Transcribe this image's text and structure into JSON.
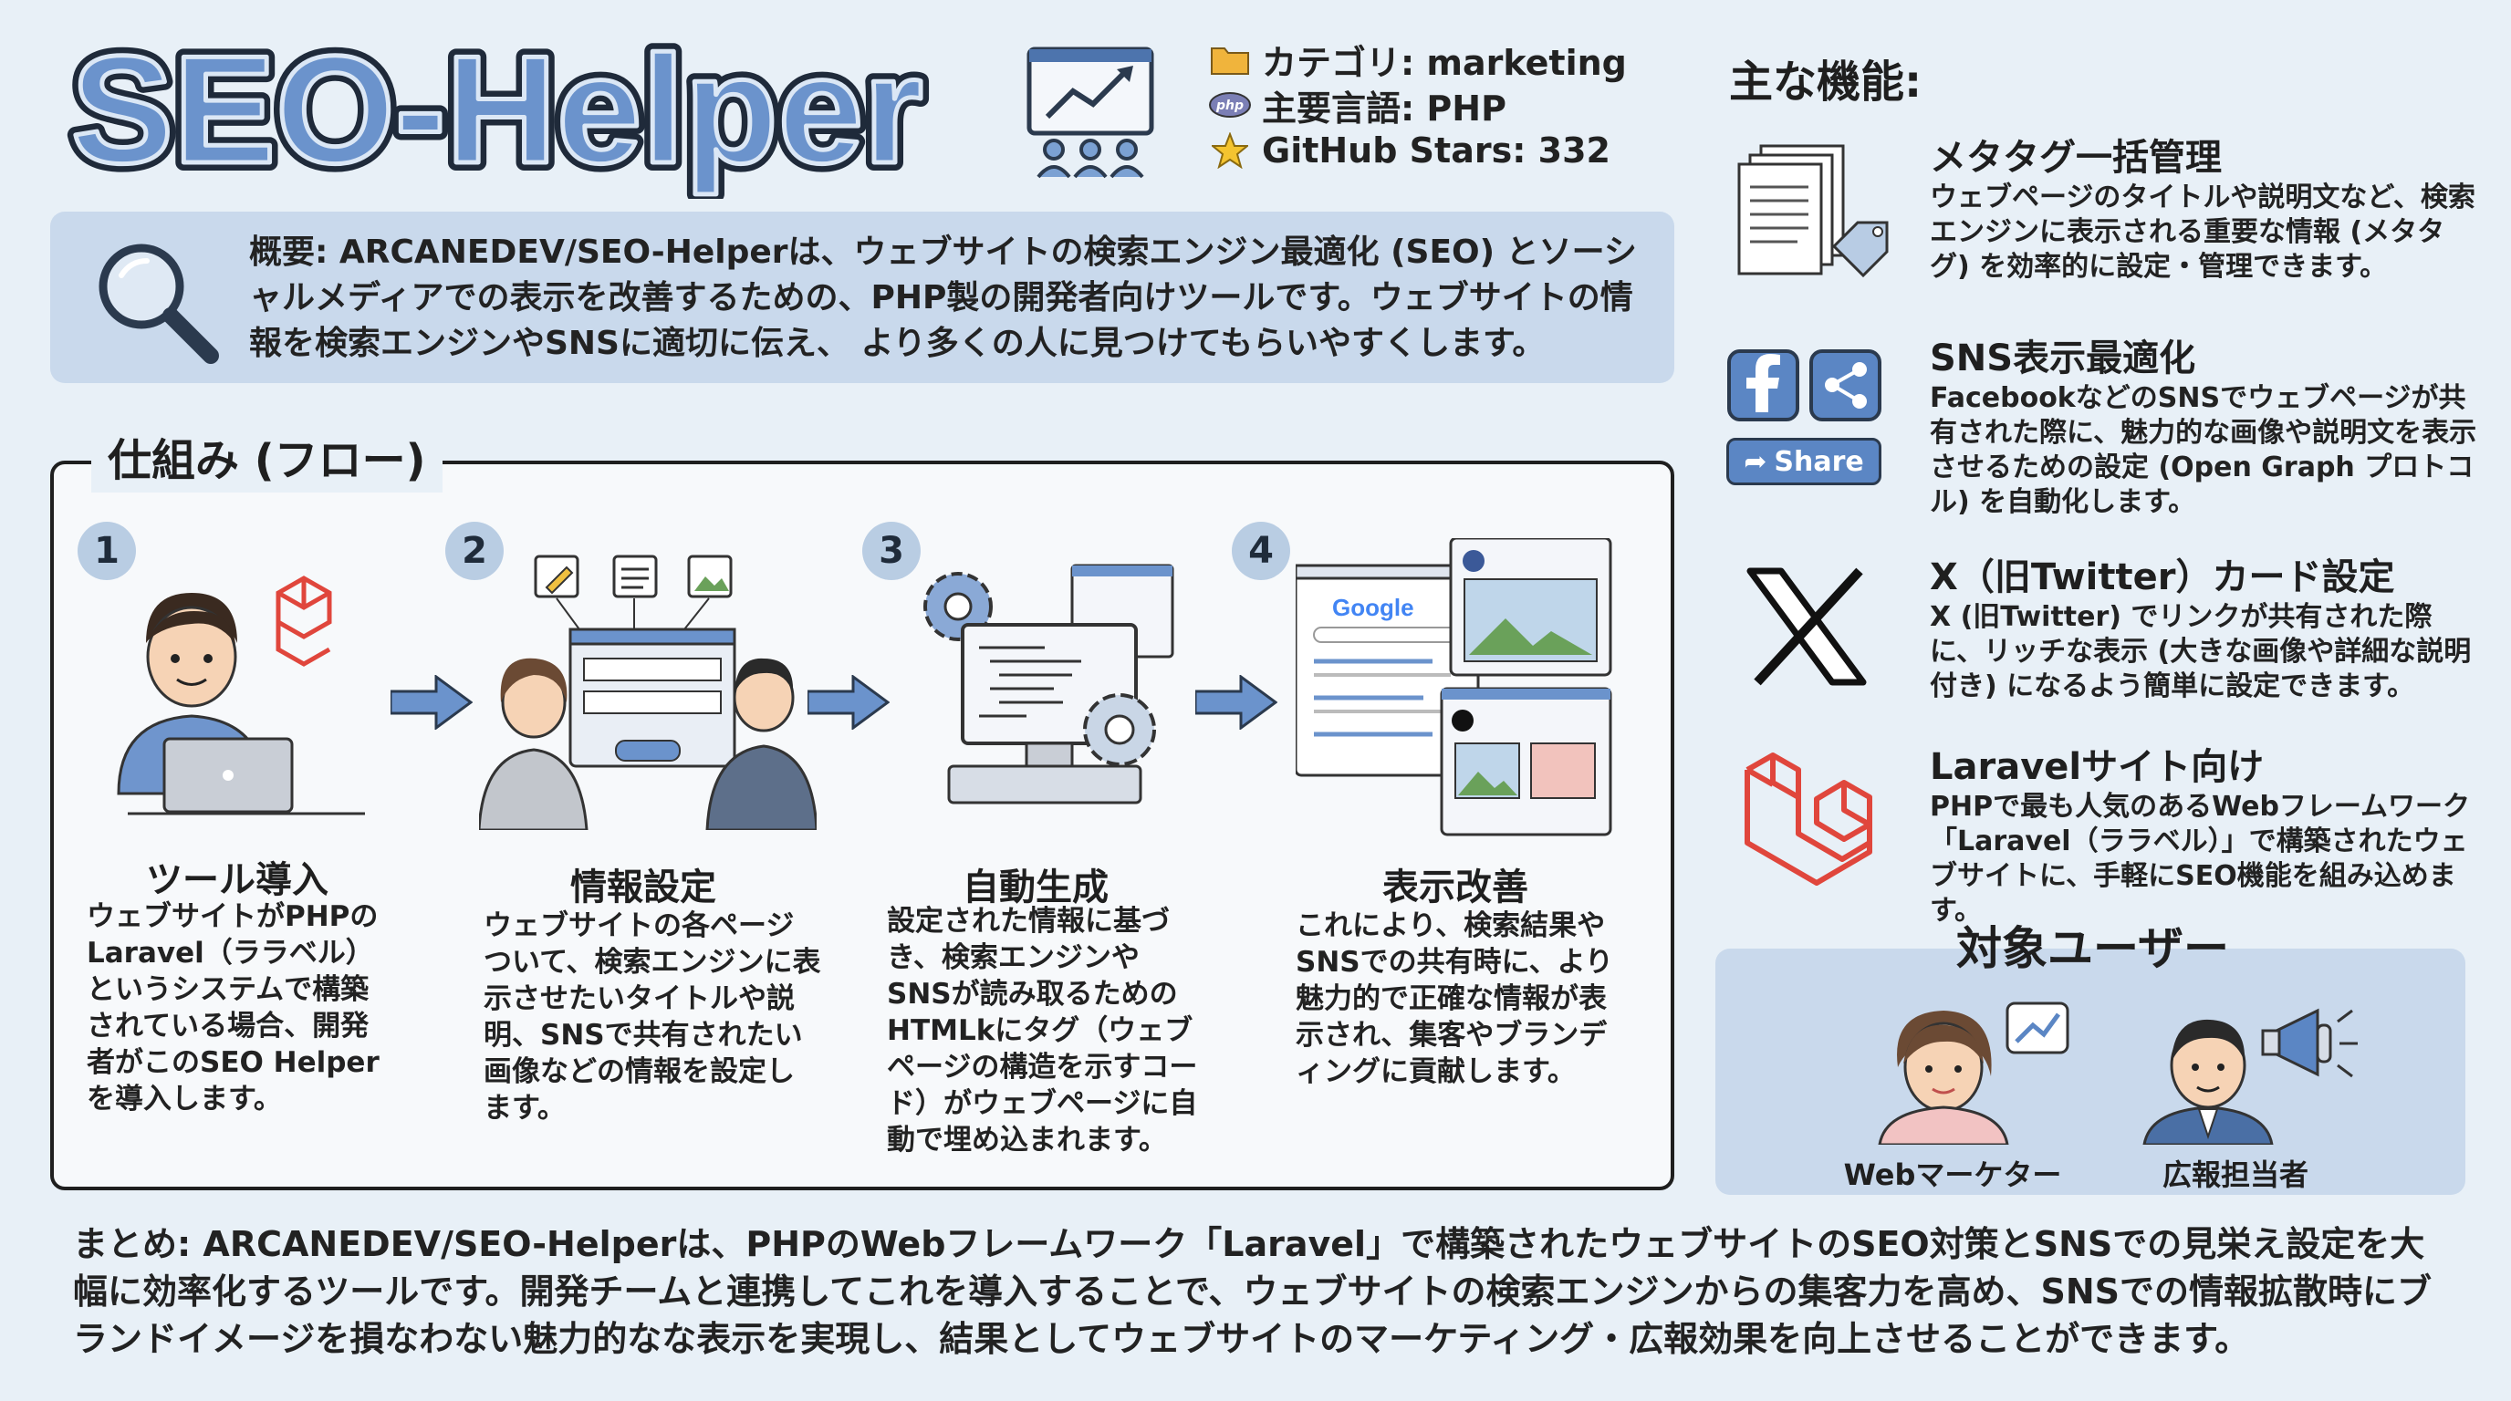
{
  "title": "SEO-Helper",
  "meta": {
    "category": "カテゴリ: marketing",
    "language": "主要言語: PHP",
    "stars": "GitHub Stars: 332",
    "php_badge": "php"
  },
  "overview": "概要: ARCANEDEV/SEO-Helperは、ウェブサイトの検索エンジン最適化 (SEO) とソーシャルメディアでの表示を改善するための、PHP製の開発者向けツールです。ウェブサイトの情報を検索エンジンやSNSに適切に伝え、 より多くの人に見つけてもらいやすくします。",
  "flow": {
    "title": "仕組み (フロー)",
    "steps": [
      {
        "num": "1",
        "title": "ツール導入",
        "desc": "ウェブサイトがPHPのLaravel（ララベル）というシステムで構築されている場合、開発者がこのSEO Helperを導入します。"
      },
      {
        "num": "2",
        "title": "情報設定",
        "desc": "ウェブサイトの各ページついて、検索エンジンに表示させたいタイトルや説明、SNSで共有されたい画像などの情報を設定します。"
      },
      {
        "num": "3",
        "title": "自動生成",
        "desc": "設定された情報に基づき、検索エンジンやSNSが読み取るためのHTMLkにタグ（ウェブページの構造を示すコード）がウェブページに自動で埋め込まれます。"
      },
      {
        "num": "4",
        "title": "表示改善",
        "desc": "これにより、検索結果やSNSでの共有時に、より魅力的で正確な情報が表示され、集客やブランディングに貢献します。"
      }
    ],
    "google_label": "Google"
  },
  "features": {
    "title": "主な機能:",
    "items": [
      {
        "title": "メタタグ一括管理",
        "desc": "ウェブページのタイトルや説明文など、検索エンジンに表示される重要な情報 (メタタグ) を効率的に設定・管理できます。"
      },
      {
        "title": "SNS表示最適化",
        "desc": "FacebookなどのSNSでウェブページが共有された際に、魅力的な画像や説明文を表示させるための設定 (Open Graph プロトコル) を自動化します。",
        "share_label": "Share"
      },
      {
        "title": "X（旧Twitter）カード設定",
        "desc": "X (旧Twitter) でリンクが共有された際に、リッチな表示 (大きな画像や詳細な説明付き) になるよう簡単に設定できます。"
      },
      {
        "title": "Laravelサイト向け",
        "desc": "PHPで最も人気のあるWebフレームワーク「Laravel（ララベル）」で構築されたウェブサイトに、手軽にSEO機能を組み込めます。"
      }
    ]
  },
  "target": {
    "title": "対象ユーザー",
    "users": [
      {
        "label": "Webマーケター"
      },
      {
        "label": "広報担当者"
      }
    ]
  },
  "summary": "まとめ: ARCANEDEV/SEO-Helperは、PHPのWebフレームワーク「Laravel」で構築されたウェブサイトのSEO対策とSNSでの見栄え設定を大幅に効率化するツールです。開発チームと連携してこれを導入することで、ウェブサイトの検索エンジンからの集客力を高め、SNSでの情報拡散時にブランドイメージを損なわない魅力的なな表示を実現し、結果としてウェブサイトのマーケティング・広報効果を向上させることができます。",
  "colors": {
    "accent": "#5b86c4",
    "panel": "#c9d9ec",
    "laravel": "#e0463c",
    "background": "#e8f0f7"
  }
}
